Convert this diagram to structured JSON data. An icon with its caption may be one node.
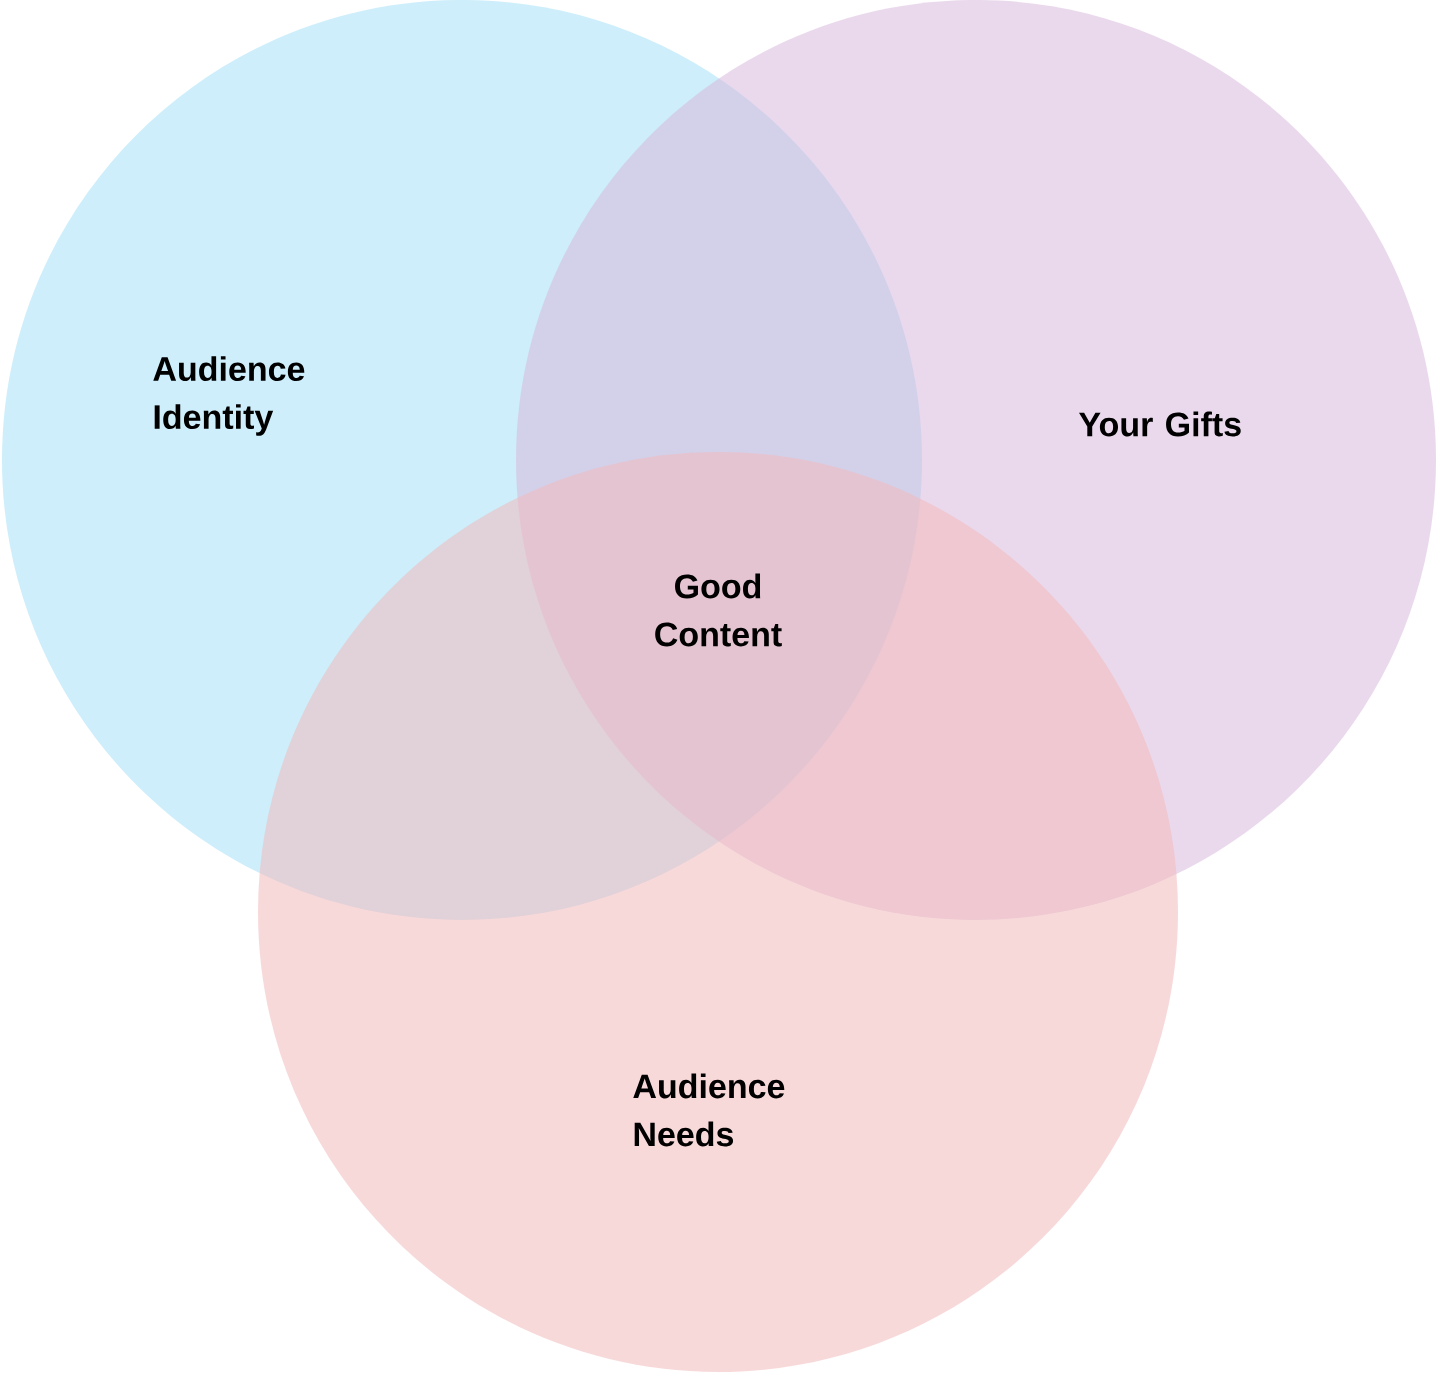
{
  "diagram": {
    "nodes": [
      {
        "text": [
          "Audience Identity"
        ]
      },
      {
        "text": [
          "Your Gifts"
        ]
      },
      {
        "text": [
          "Audience Needs"
        ]
      }
    ],
    "edges": [],
    "labels": [
      "Good Content"
    ]
  }
}
